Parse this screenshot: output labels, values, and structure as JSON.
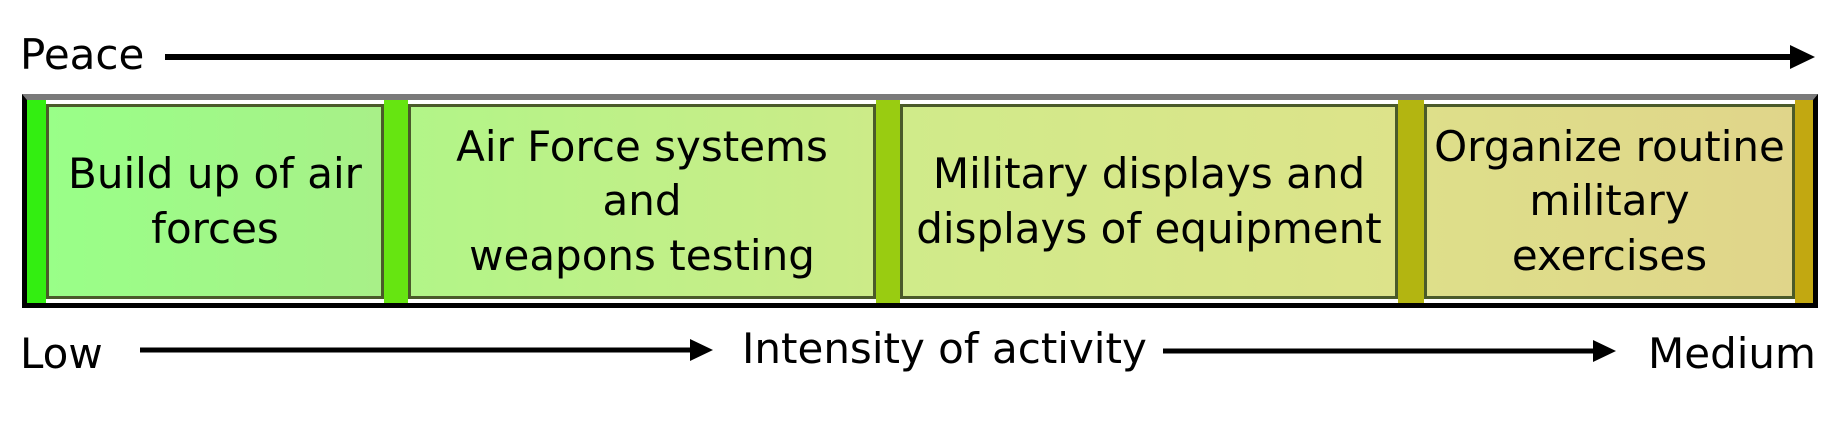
{
  "top_axis": {
    "label": "Peace"
  },
  "band": {
    "cells": [
      {
        "line1": "Build up of air",
        "line2": "forces"
      },
      {
        "line1": "Air Force systems and",
        "line2": "weapons testing"
      },
      {
        "line1": "Military displays and",
        "line2": "displays of equipment"
      },
      {
        "line1": "Organize routine",
        "line2": "military exercises"
      }
    ],
    "colors": {
      "sep1": "#33ee11",
      "sep2": "#66e511",
      "sep3": "#99cc11",
      "sep4": "#b3b511",
      "sep5": "#c2a811",
      "cell1": [
        "#99ff88",
        "#a8f088"
      ],
      "cell2": [
        "#b2f588",
        "#cceb88"
      ],
      "cell3": [
        "#d0eb8a",
        "#dde38a"
      ],
      "cell4": [
        "#dedf8a",
        "#e0d58a"
      ]
    }
  },
  "bottom_axis": {
    "low": "Low",
    "middle": "Intensity of activity",
    "high": "Medium"
  }
}
